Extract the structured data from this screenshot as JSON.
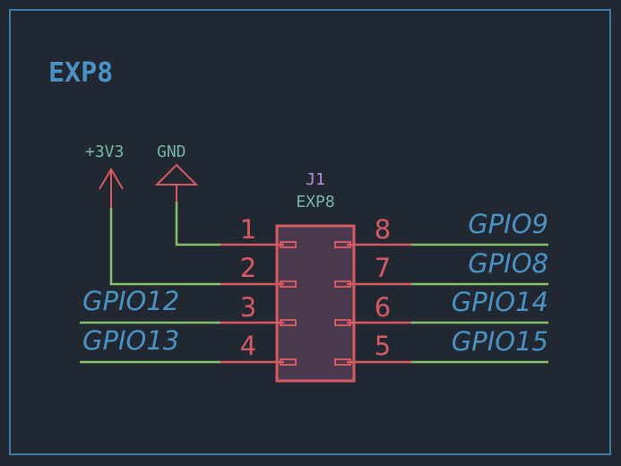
{
  "sheet": {
    "title": "EXP8"
  },
  "power": {
    "v33": {
      "label": "+3V3",
      "icon": "power-arrow-up"
    },
    "gnd": {
      "label": "GND",
      "icon": "ground-triangle"
    }
  },
  "connector": {
    "ref": "J1",
    "value": "EXP8",
    "pins": [
      {
        "num": "1",
        "net": ""
      },
      {
        "num": "2",
        "net": ""
      },
      {
        "num": "3",
        "net": "GPIO12"
      },
      {
        "num": "4",
        "net": "GPIO13"
      },
      {
        "num": "5",
        "net": "GPIO15"
      },
      {
        "num": "6",
        "net": "GPIO14"
      },
      {
        "num": "7",
        "net": "GPIO8"
      },
      {
        "num": "8",
        "net": "GPIO9"
      }
    ]
  },
  "colors": {
    "background": "#222831",
    "frame": "#3b7da8",
    "component": "#d75a63",
    "component_fill": "#4a3a50",
    "wire": "#84c36b",
    "net_label": "#4a93c4",
    "reference": "#b98de6",
    "value": "#74b9a6"
  }
}
